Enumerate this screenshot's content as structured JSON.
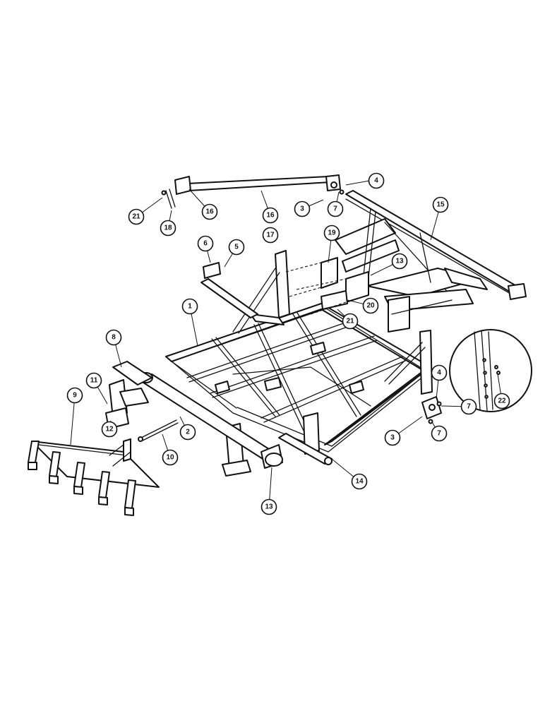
{
  "callouts": [
    {
      "id": "c1",
      "label": "1"
    },
    {
      "id": "c2",
      "label": "2"
    },
    {
      "id": "c3a",
      "label": "3"
    },
    {
      "id": "c3b",
      "label": "3"
    },
    {
      "id": "c4a",
      "label": "4"
    },
    {
      "id": "c4b",
      "label": "4"
    },
    {
      "id": "c5",
      "label": "5"
    },
    {
      "id": "c6",
      "label": "6"
    },
    {
      "id": "c7a",
      "label": "7"
    },
    {
      "id": "c7b",
      "label": "7"
    },
    {
      "id": "c7c",
      "label": "7"
    },
    {
      "id": "c8",
      "label": "8"
    },
    {
      "id": "c9",
      "label": "9"
    },
    {
      "id": "c10",
      "label": "10"
    },
    {
      "id": "c11",
      "label": "11"
    },
    {
      "id": "c12",
      "label": "12"
    },
    {
      "id": "c13a",
      "label": "13"
    },
    {
      "id": "c13b",
      "label": "13"
    },
    {
      "id": "c14",
      "label": "14"
    },
    {
      "id": "c15",
      "label": "15"
    },
    {
      "id": "c16a",
      "label": "16"
    },
    {
      "id": "c16b",
      "label": "16"
    },
    {
      "id": "c17",
      "label": "17"
    },
    {
      "id": "c18",
      "label": "18"
    },
    {
      "id": "c19",
      "label": "19"
    },
    {
      "id": "c20",
      "label": "20"
    },
    {
      "id": "c21a",
      "label": "21"
    },
    {
      "id": "c21b",
      "label": "21"
    },
    {
      "id": "c22",
      "label": "22"
    }
  ]
}
